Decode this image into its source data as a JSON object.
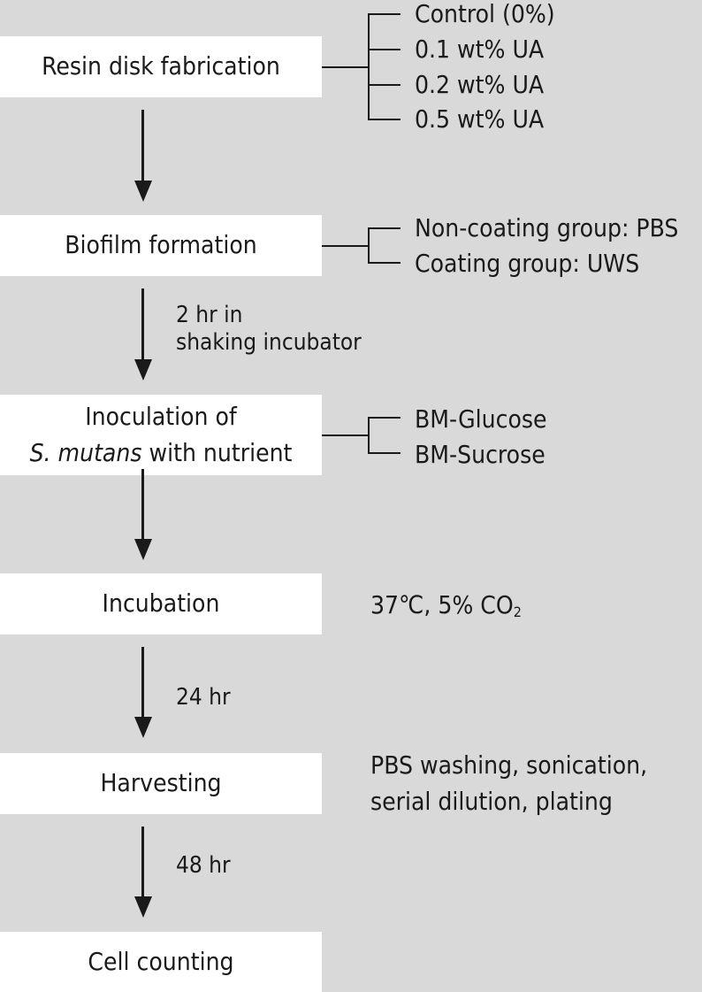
{
  "steps": [
    {
      "id": "resin",
      "label": "Resin disk fabrication"
    },
    {
      "id": "biofilm",
      "label": "Biofilm formation"
    },
    {
      "id": "inoculation",
      "line1": "Inoculation of",
      "line2_italic": "S. mutans",
      "line2_rest": " with nutrient"
    },
    {
      "id": "incubation",
      "label": "Incubation"
    },
    {
      "id": "harvesting",
      "label": "Harvesting"
    },
    {
      "id": "counting",
      "label": "Cell counting"
    }
  ],
  "resin_options": [
    "Control (0%)",
    "0.1 wt% UA",
    "0.2 wt% UA",
    "0.5 wt% UA"
  ],
  "biofilm_options": [
    "Non-coating group: PBS",
    "Coating group: UWS"
  ],
  "inoculation_options": [
    "BM-Glucose",
    "BM-Sucrose"
  ],
  "arrow_labels": {
    "coating_line1": "2 hr in",
    "coating_line2": "shaking incubator",
    "incubation_time": "24 hr",
    "plating_time": "48 hr"
  },
  "incubation_conditions": {
    "temp_prefix": "37℃, 5% CO",
    "subscript": "2"
  },
  "harvest_notes": [
    "PBS washing, sonication,",
    "serial dilution, plating"
  ],
  "colors": {
    "background": "#d9d9d9",
    "box": "#ffffff",
    "ink": "#1a1a1a"
  }
}
